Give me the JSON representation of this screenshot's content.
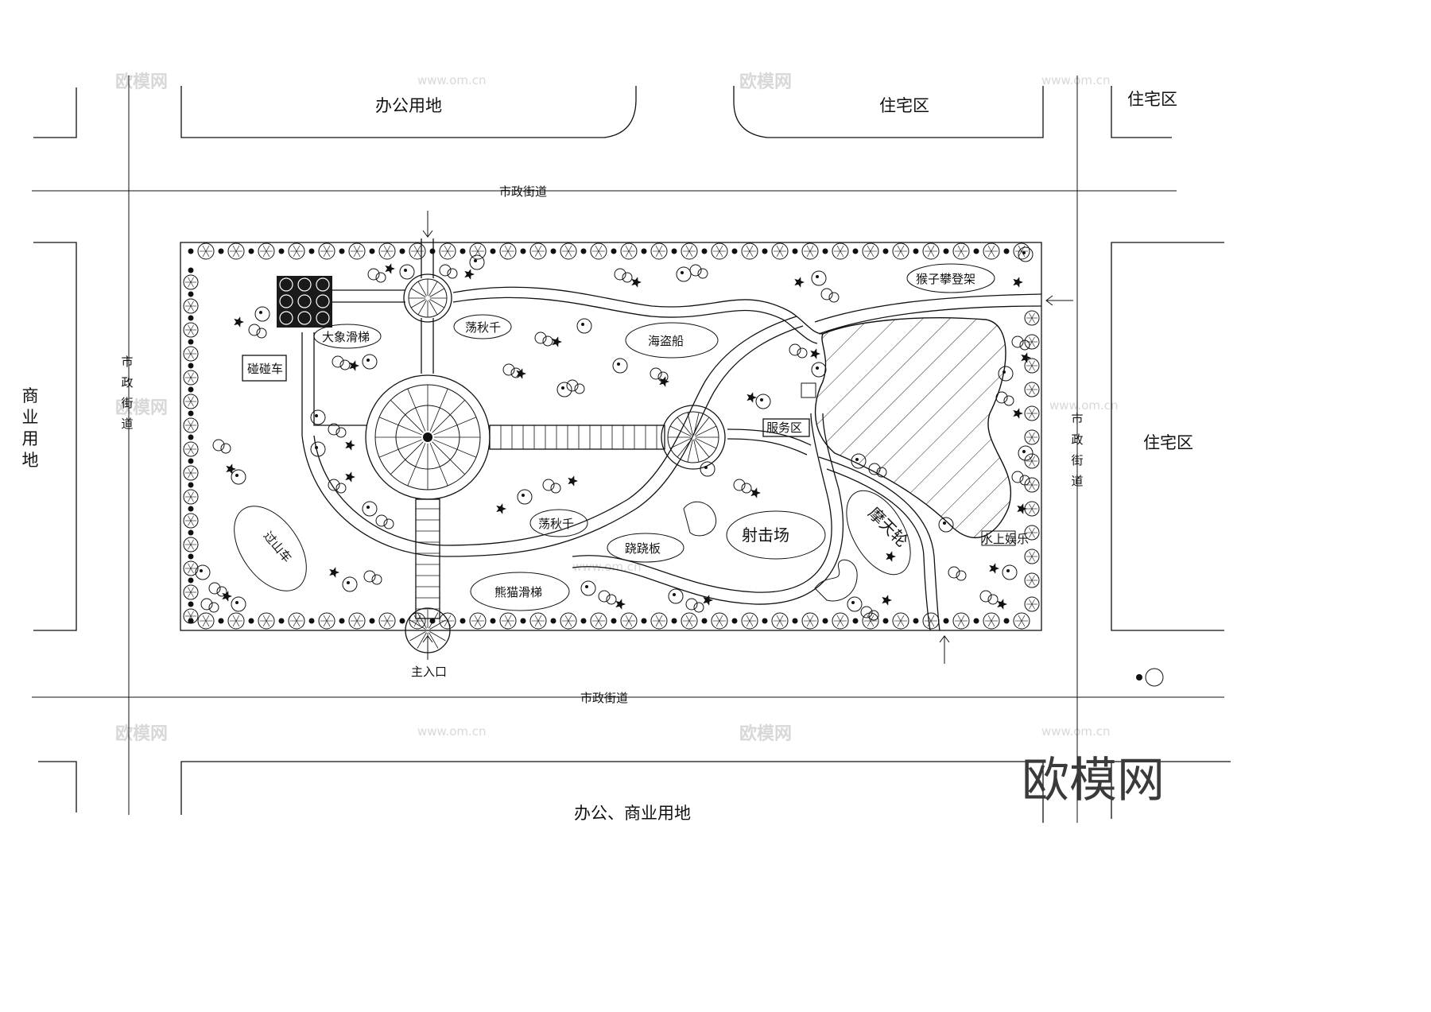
{
  "zones": {
    "office_top": "办公用地",
    "residential_top_center": "住宅区",
    "residential_top_right": "住宅区",
    "commercial_left": "商业用地",
    "residential_right": "住宅区",
    "office_commercial_bottom": "办公、商业用地"
  },
  "streets": {
    "top": "市政街道",
    "bottom": "市政街道",
    "left": "市政街道",
    "right": "市政街道"
  },
  "entrance": "主入口",
  "facilities": {
    "bumper_cars": "碰碰车",
    "elephant_slide": "大象滑梯",
    "swing_top": "荡秋千",
    "pirate_ship": "海盗船",
    "monkey_climbing_frame": "猴子攀登架",
    "service_area": "服务区",
    "roller_coaster": "过山车",
    "swing_bottom": "荡秋千",
    "seesaw": "跷跷板",
    "panda_slide": "熊猫滑梯",
    "shooting_range": "射击场",
    "ferris_wheel": "摩天轮",
    "water_entertainment": "水上娱乐"
  },
  "watermarks": {
    "brand_text": "欧模网",
    "url_text": "www.om.cn"
  },
  "colors": {
    "ink": "#111111",
    "watermark": "#d8d8d8",
    "background": "#ffffff"
  }
}
